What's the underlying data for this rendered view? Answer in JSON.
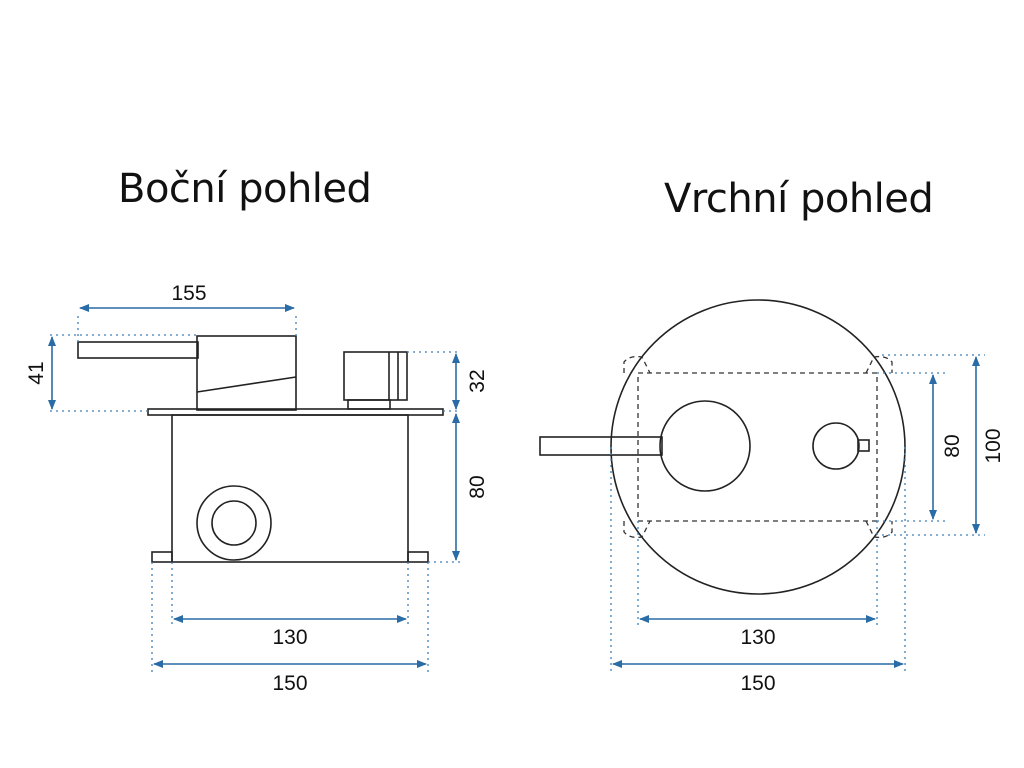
{
  "titles": {
    "side_view": "Boční pohled",
    "top_view": "Vrchní pohled"
  },
  "side_view": {
    "dimensions": {
      "lever_length": "155",
      "lever_height": "41",
      "cap_height": "32",
      "box_height": "80",
      "box_width": "130",
      "total_width": "150"
    }
  },
  "top_view": {
    "dimensions": {
      "inner_height": "80",
      "plate_diameter_vertical": "100",
      "inner_width": "130",
      "plate_diameter": "150"
    }
  },
  "colors": {
    "outline": "#222222",
    "dimension_line": "#2a6ca5",
    "extension_line": "#3f7fb8"
  }
}
